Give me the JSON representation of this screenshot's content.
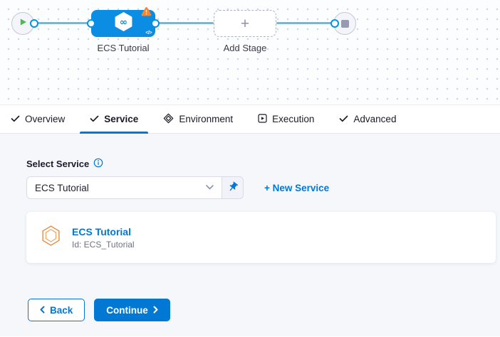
{
  "pipeline": {
    "stage": {
      "name": "ECS Tutorial"
    },
    "add_stage": {
      "label": "Add Stage"
    }
  },
  "tabs": [
    {
      "label": "Overview",
      "icon": "check-icon",
      "active": false
    },
    {
      "label": "Service",
      "icon": "check-icon",
      "active": true
    },
    {
      "label": "Environment",
      "icon": "environment-icon",
      "active": false
    },
    {
      "label": "Execution",
      "icon": "execution-icon",
      "active": false
    },
    {
      "label": "Advanced",
      "icon": "check-icon",
      "active": false
    }
  ],
  "service_form": {
    "label": "Select Service",
    "select_value": "ECS Tutorial",
    "new_service_link": "+ New Service"
  },
  "service_card": {
    "name": "ECS Tutorial",
    "id_text": "Id: ECS_Tutorial"
  },
  "footer": {
    "back": "Back",
    "continue": "Continue"
  },
  "icons": {
    "plus": "+",
    "code": "</>",
    "infinity": "∞"
  },
  "colors": {
    "primary_blue": "#0278d5",
    "node_blue": "#0b8de4",
    "edge_blue": "#54c3f1",
    "warning_orange": "#ff832b",
    "play_green": "#4dba54",
    "content_bg": "#f5f7fb"
  }
}
